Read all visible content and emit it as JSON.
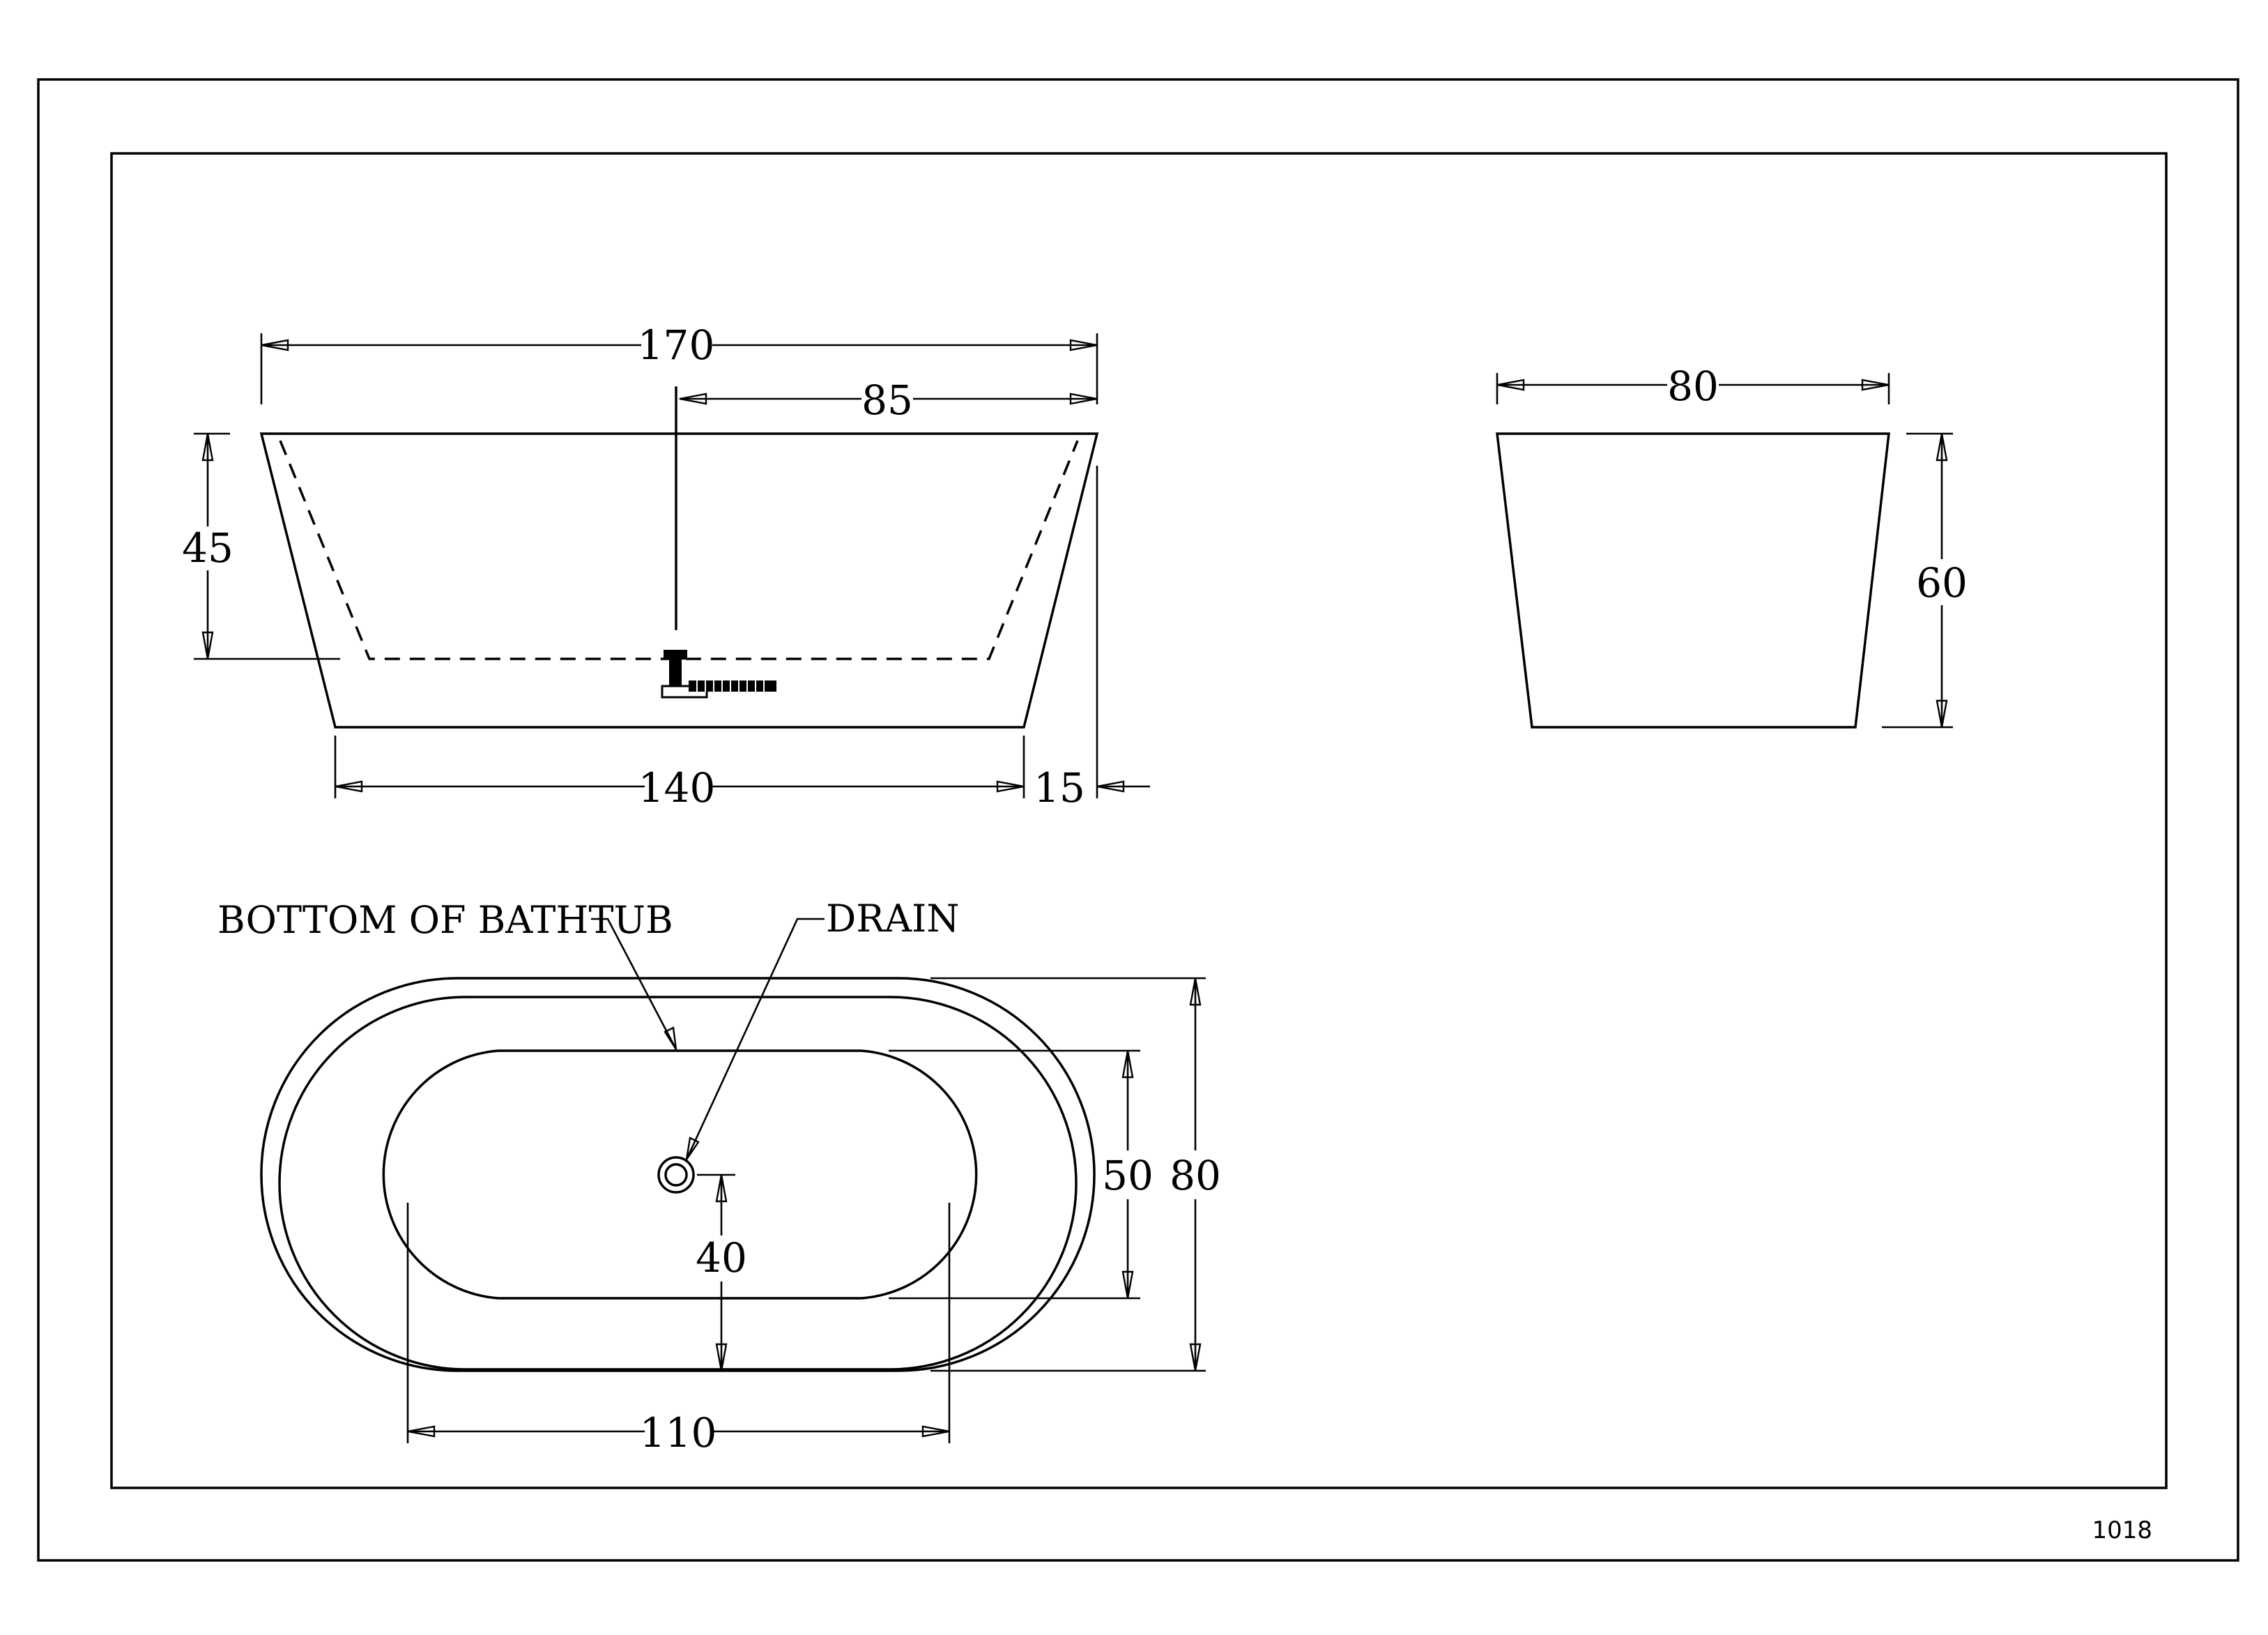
{
  "drawing_code": "1018",
  "side_view": {
    "overall_length": "170",
    "half_length": "85",
    "depth": "45",
    "bottom_length": "140",
    "offset": "15"
  },
  "end_view": {
    "width": "80",
    "height": "60"
  },
  "top_view": {
    "bottom_label": "BOTTOM OF BATHTUB",
    "drain_label": "DRAIN",
    "inner_width": "50",
    "outer_width": "80",
    "drain_offset": "40",
    "inner_length": "110"
  }
}
